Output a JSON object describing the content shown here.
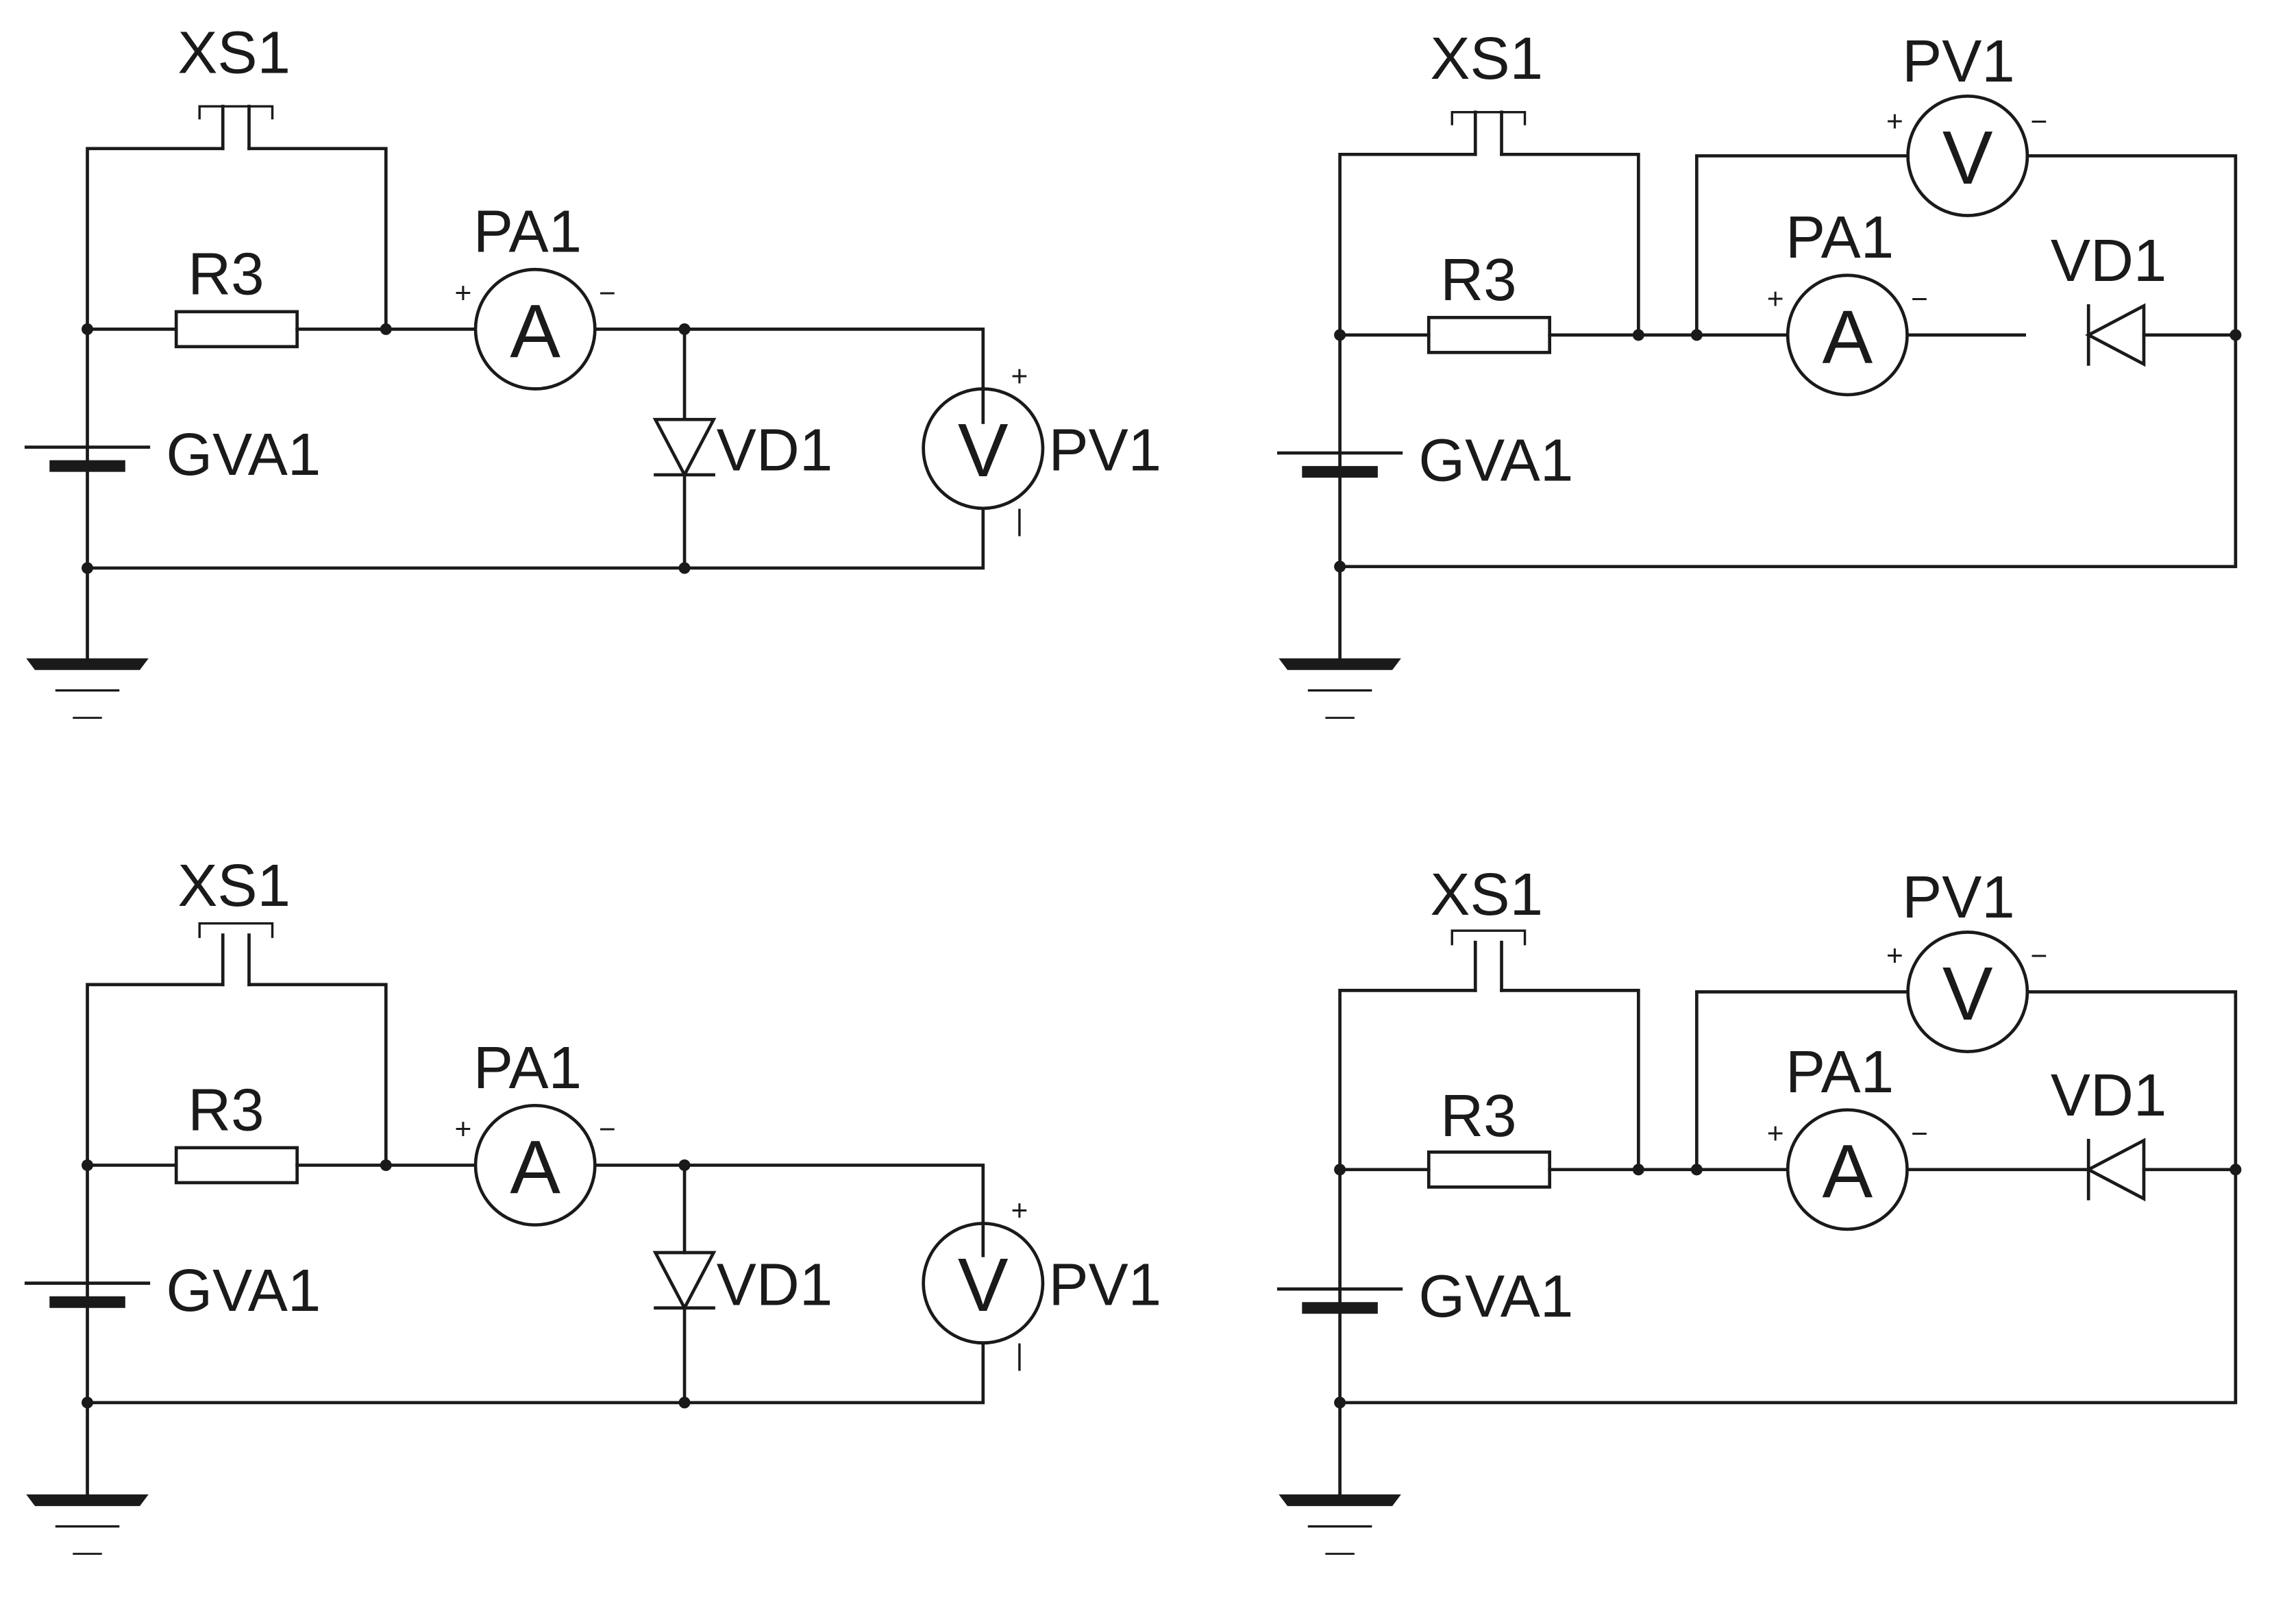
{
  "labels": {
    "switch": "XS1",
    "resistor": "R3",
    "ammeter": "PA1",
    "voltmeter": "PV1",
    "diode": "VD1",
    "source": "GVA1"
  },
  "symbols": {
    "ammeter": "A",
    "voltmeter": "V",
    "plus": "+",
    "minus": "−",
    "bar": "|",
    "ground_minus": "—"
  }
}
